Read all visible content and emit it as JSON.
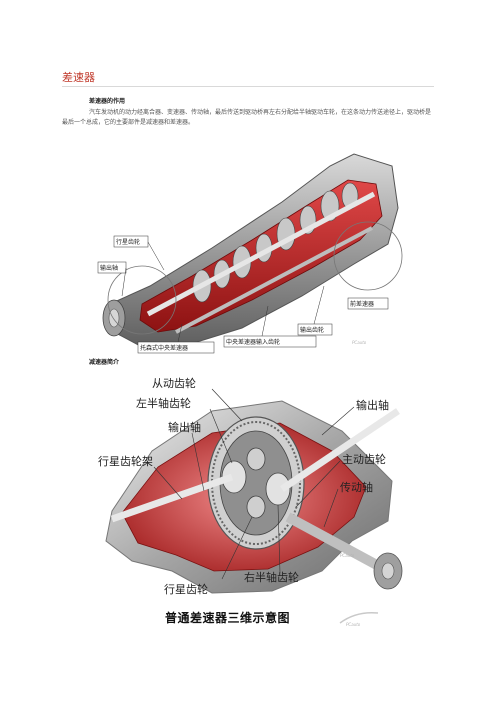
{
  "document": {
    "title": "差速器",
    "section1_heading": "差速器的作用",
    "section1_text": "汽车发动机的动力经离合器、变速器、传动轴，最后传送到驱动桥再左右分配给半轴驱动车轮，在这条动力传送途径上，驱动桥是最后一个总成，它的主要部件是减速器和差速器。",
    "section2_heading": "减速器简介",
    "figure2_caption": "普通差速器三维示意图"
  },
  "figure1": {
    "labels": {
      "planet_gear": "行星齿轮",
      "output_shaft": "输出轴",
      "torsen_center_diff": "托森式中央差速器",
      "center_diff_input_gear": "中央差速器输入齿轮",
      "output_gear": "输出齿轮",
      "front_diff": "前差速器"
    },
    "watermark": "PCauto"
  },
  "figure2": {
    "labels": {
      "driven_gear": "从动齿轮",
      "left_half_shaft_gear": "左半轴齿轮",
      "output_shaft_left": "输出轴",
      "output_shaft_right": "输出轴",
      "planet_carrier": "行星齿轮架",
      "drive_gear": "主动齿轮",
      "drive_shaft": "传动轴",
      "right_half_shaft_gear": "右半轴齿轮",
      "planet_gear": "行星齿轮"
    },
    "watermark": "PCauto"
  },
  "watermark_caption": "PCauto"
}
